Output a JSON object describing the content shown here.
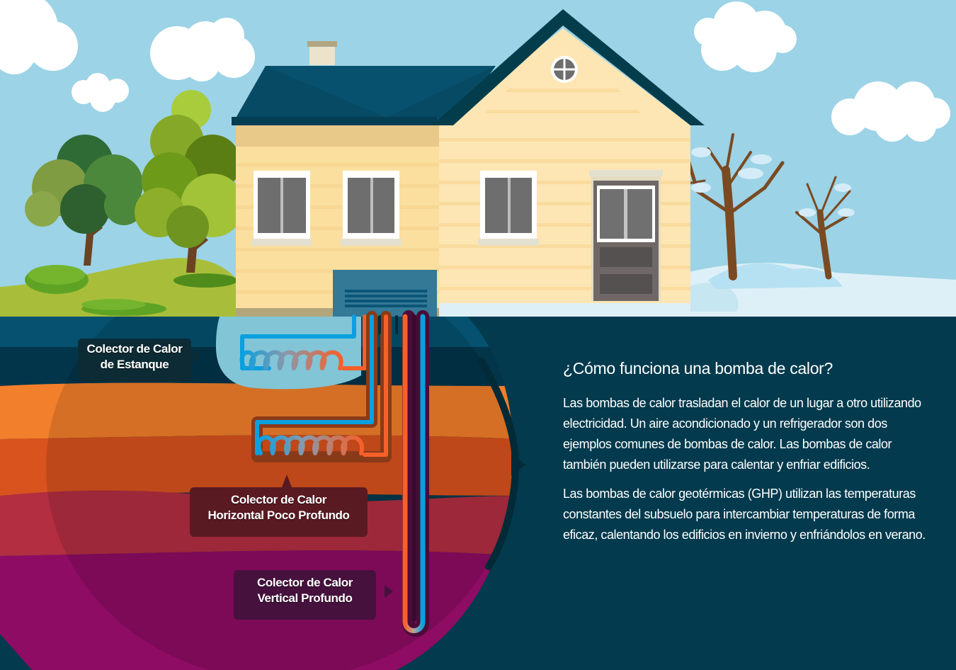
{
  "colors": {
    "sky": "#9cd3e6",
    "ground_dark": "#033a4d",
    "roof": "#064a64",
    "siding": "#fbe3ab",
    "pipe_hot": "#f7602a",
    "pipe_cold": "#0aa0e0",
    "layer_orange": "#f27f2b",
    "layer_red_orange": "#d9531e",
    "layer_crimson": "#b32e41",
    "layer_magenta": "#8e0c64"
  },
  "callouts": {
    "pond": {
      "line1": "Colector de Calor",
      "line2": "de Estanque"
    },
    "horizontal": {
      "line1": "Colector de Calor",
      "line2": "Horizontal Poco Profundo"
    },
    "vertical": {
      "line1": "Colector de Calor",
      "line2": "Vertical Profundo"
    }
  },
  "info": {
    "title": "¿Cómo funciona una bomba de calor?",
    "paragraph1": "Las bombas de calor trasladan el calor de un lugar a otro utilizando electricidad. Un aire acondicionado y un refrigerador son dos ejemplos comunes de bombas de calor. Las bombas de calor también pueden utilizarse para calentar y enfriar edificios.",
    "paragraph2": "Las bombas de calor geotérmicas (GHP) utilizan las temperaturas constantes del subsuelo para intercambiar temperaturas de forma eficaz, calentando los edificios en invierno y enfriándolos en verano."
  },
  "illustration": {
    "icons": [
      "house-icon",
      "heat-pump-unit-icon",
      "summer-tree-icon",
      "winter-tree-icon",
      "cloud-icon",
      "pond-loop-icon",
      "horizontal-loop-icon",
      "vertical-loop-icon"
    ]
  }
}
